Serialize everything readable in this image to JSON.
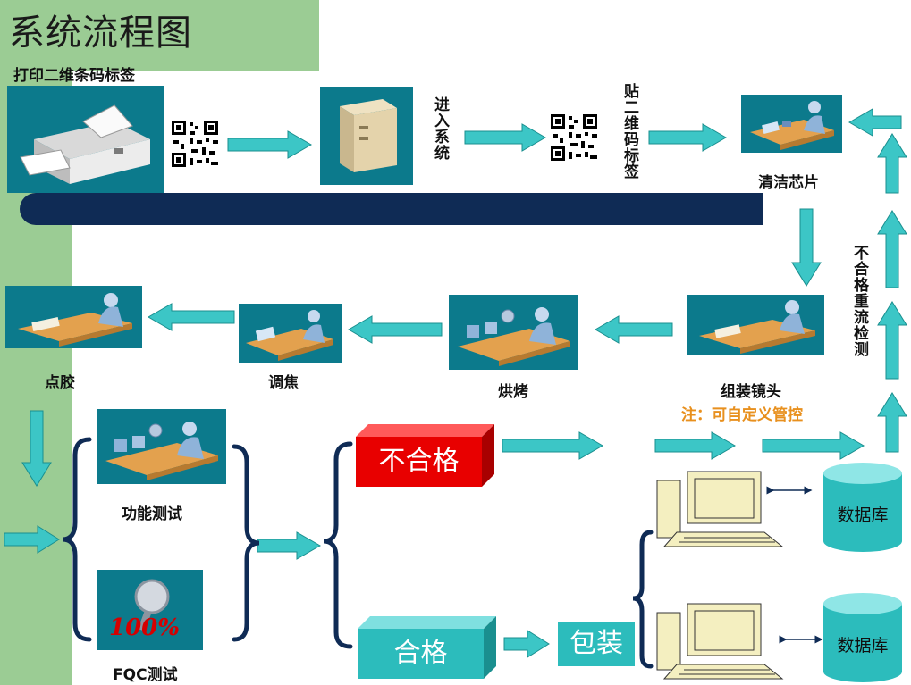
{
  "title": "系统流程图",
  "steps": {
    "print_label": "打印二维条码标签",
    "enter_system": "进入系统",
    "stick_label": "贴二维码标签",
    "clean_chip": "清洁芯片",
    "assemble_lens": "组装镜头",
    "note": "注：可自定义管控",
    "bake": "烘烤",
    "focus": "调焦",
    "dispense": "点胶",
    "function_test": "功能测试",
    "fqc_test": "FQC测试",
    "retest": "不合格重流检测"
  },
  "results": {
    "fail": "不合格",
    "pass": "合格",
    "package": "包装"
  },
  "database": {
    "top": "数据库",
    "bottom": "数据库"
  },
  "badge_100": "100%",
  "colors": {
    "background_green": "#9bcc94",
    "arrow_teal": "#3cc6c6",
    "fail_red": "#e80000",
    "pass_teal": "#2cbcbc",
    "bracket_navy": "#0f2b55"
  }
}
